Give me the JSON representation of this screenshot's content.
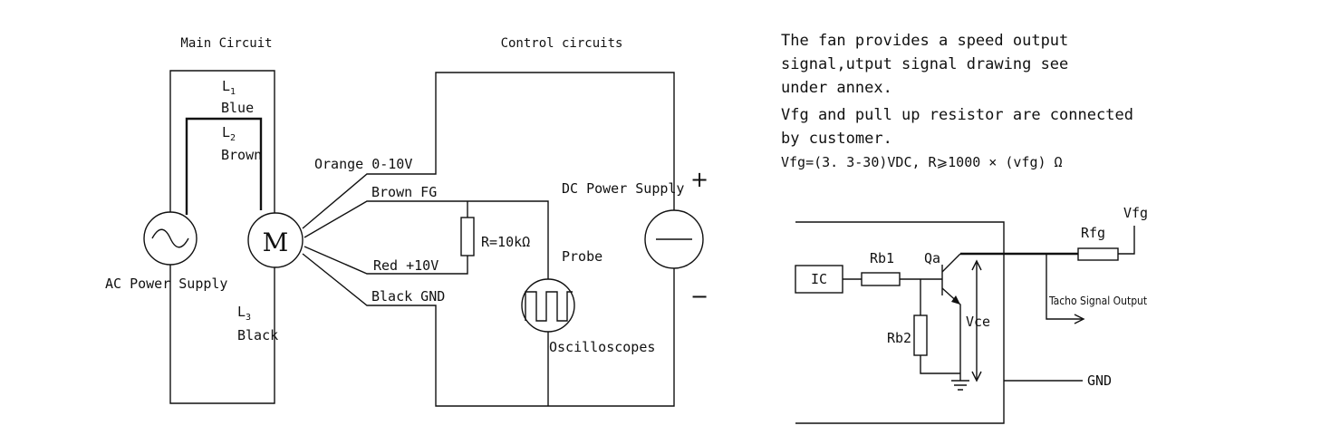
{
  "main_circuit": {
    "title": "Main Circuit",
    "l1": "L",
    "l1_sub": "1",
    "blue": "Blue",
    "l2": "L",
    "l2_sub": "2",
    "brown": "Brown",
    "l3": "L",
    "l3_sub": "3",
    "black": "Black",
    "ac_supply": "AC Power Supply",
    "motor": "M"
  },
  "control_circuit": {
    "title": "Control circuits",
    "orange": "Orange 0-10V",
    "brown_fg": "Brown FG",
    "red": "Red +10V",
    "black_gnd": "Black GND",
    "resistor": "R=10kΩ",
    "probe": "Probe",
    "oscilloscope": "Oscilloscopes",
    "dc_supply": "DC Power Supply",
    "plus": "+",
    "minus": "−"
  },
  "notes": [
    "The fan provides a speed output",
    "signal,utput signal drawing see",
    "under annex.",
    "Vfg and pull up resistor are connected",
    "by customer.",
    "Vfg=(3. 3-30)VDC, R⩾1000 × (vfg) Ω"
  ],
  "output_circuit": {
    "ic": "IC",
    "rb1": "Rb1",
    "rb2": "Rb2",
    "qa": "Qa",
    "vce": "Vce",
    "rfg": "Rfg",
    "vfg": "Vfg",
    "tacho": "Tacho Signal Output",
    "gnd": "GND"
  }
}
